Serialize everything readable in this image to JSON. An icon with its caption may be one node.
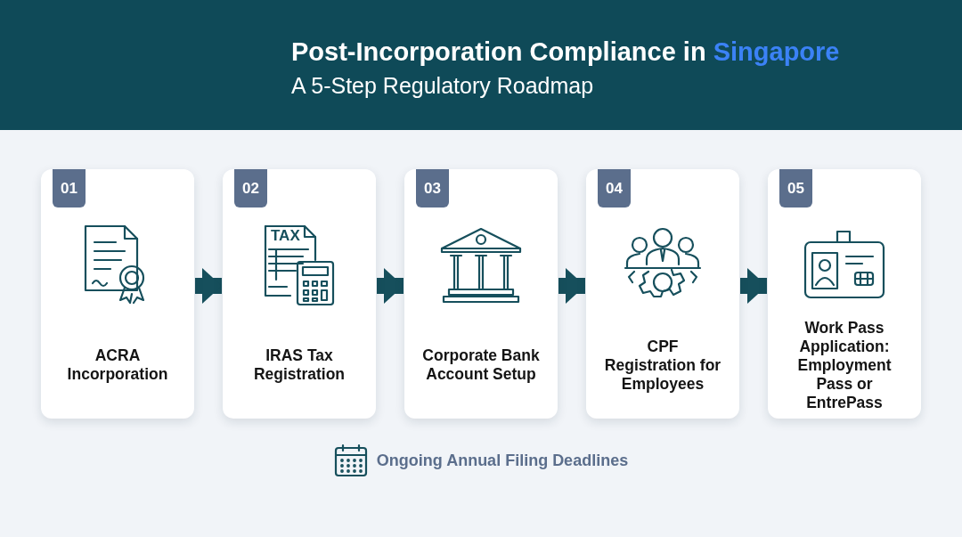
{
  "diagram": {
    "title": "Post-Incorporation Compliance in Singapore",
    "nodes": [
      {
        "text": [
          "01",
          "ACRA Incorporation"
        ]
      },
      {
        "text": [
          "02",
          "IRAS Tax Registration"
        ]
      },
      {
        "text": [
          "03",
          "Corporate Bank Account Setup"
        ]
      },
      {
        "text": [
          "04",
          "CPF Registration for Employees"
        ]
      },
      {
        "text": [
          "05",
          "Work Pass Application: Employment Pass or EntrePass"
        ]
      }
    ],
    "edges": [
      {
        "from": 0,
        "to": 1,
        "arrow": "to"
      },
      {
        "from": 1,
        "to": 2,
        "arrow": "to"
      },
      {
        "from": 2,
        "to": 3,
        "arrow": "to"
      },
      {
        "from": 3,
        "to": 4,
        "arrow": "to"
      }
    ],
    "labels": [
      "A 5-Step Regulatory Roadmap",
      "TAX",
      "Ongoing Annual Filing Deadlines"
    ]
  }
}
